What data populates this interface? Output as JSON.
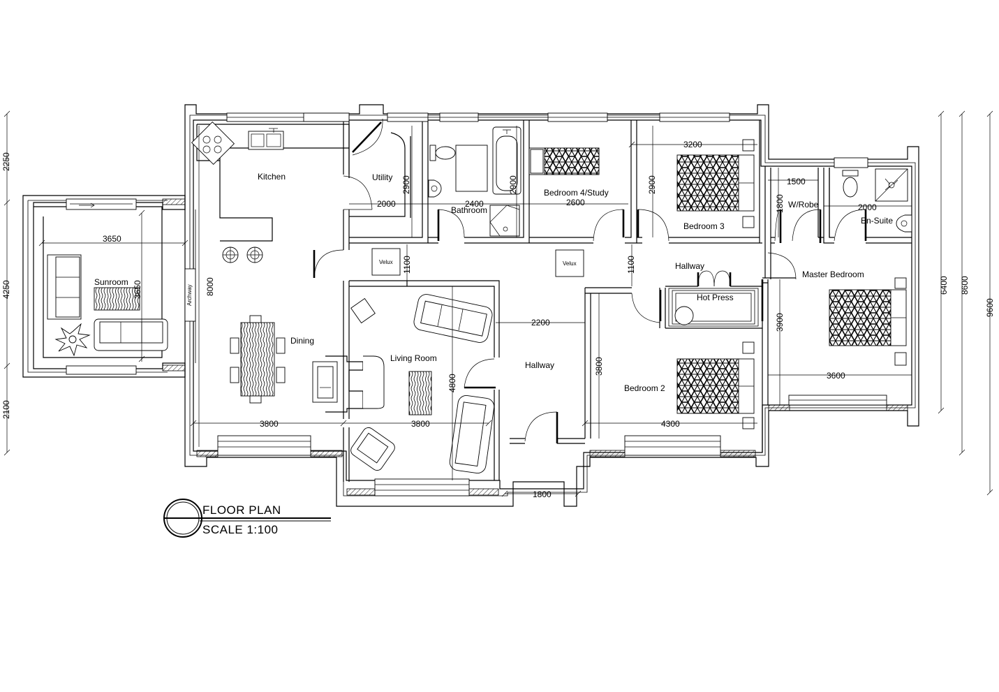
{
  "title": {
    "main": "FLOOR PLAN",
    "scale": "SCALE 1:100"
  },
  "rooms": {
    "kitchen": "Kitchen",
    "utility": "Utility",
    "bathroom": "Bathroom",
    "bedroom4": "Bedroom 4/Study",
    "bedroom3": "Bedroom 3",
    "wrobe": "W/Robe",
    "ensuite": "En-Suite",
    "sunroom": "Sunroom",
    "dining": "Dining",
    "living": "Living Room",
    "hallway_main": "Hallway",
    "hallway_upper": "Hallway",
    "hotpress": "Hot Press",
    "master": "Master Bedroom",
    "bedroom2": "Bedroom 2"
  },
  "labels": {
    "velux_1": "Velux",
    "velux_2": "Velux",
    "archway": "Archway"
  },
  "dimensions": {
    "sunroom_w": "3650",
    "sunroom_h": "3650",
    "kitchen_h": "8000",
    "utility_w": "2000",
    "utility_h": "2900",
    "bath_w": "2400",
    "bath_h": "2900",
    "bed4_w": "2600",
    "corr_h1": "1100",
    "bed3_w": "3200",
    "bed3_h": "2900",
    "corr_h2": "1100",
    "wrobe_w": "1500",
    "wrobe_h": "1800",
    "ensuite_w": "2000",
    "hall_w": "2200",
    "living_h": "4800",
    "bed2_h": "3800",
    "master_h": "3900",
    "master_w": "3600",
    "dining_w": "3800",
    "living_w": "3800",
    "bed2_w": "4300",
    "porch_w": "1800",
    "left_top": "2250",
    "left_mid": "4250",
    "left_bot": "2100",
    "right_1": "6400",
    "right_2": "8600",
    "right_3": "9600"
  }
}
